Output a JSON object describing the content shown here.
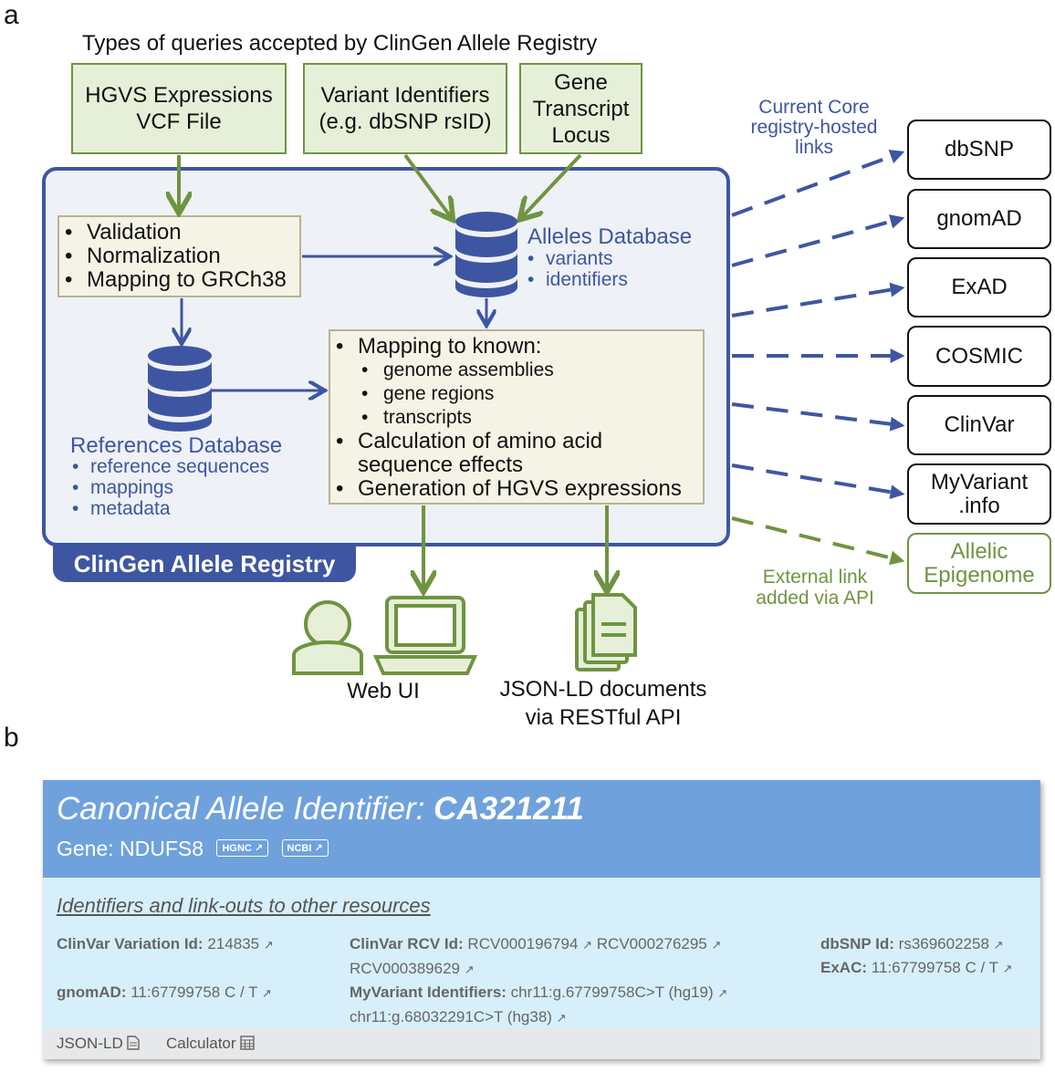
{
  "panel_a": {
    "label": "a",
    "query_title": "Types of queries accepted by ClinGen Allele Registry",
    "query_boxes": [
      "HGVS Expressions\nVCF File",
      "Variant Identifiers\n(e.g. dbSNP rsID)",
      "Gene\nTranscript\nLocus"
    ],
    "validation_steps": [
      "Validation",
      "Normalization",
      "Mapping to GRCh38"
    ],
    "alleles_db": {
      "title": "Alleles Database",
      "items": [
        "variants",
        "identifiers"
      ]
    },
    "references_db": {
      "title": "References Database",
      "items": [
        "reference sequences",
        "mappings",
        "metadata"
      ]
    },
    "mapping_box": {
      "item1": "Mapping to known:",
      "subitems": [
        "genome assemblies",
        "gene regions",
        "transcripts"
      ],
      "item2": "Calculation of amino acid sequence effects",
      "item3": "Generation of HGVS expressions"
    },
    "registry_label": "ClinGen Allele Registry",
    "core_links_label": "Current Core\nregistry-hosted\nlinks",
    "targets": [
      "dbSNP",
      "gnomAD",
      "ExAD",
      "COSMIC",
      "ClinVar",
      "MyVariant\n.info"
    ],
    "external_target": "Allelic\nEpigenome",
    "external_label": "External link\nadded via API",
    "output_web": "Web UI",
    "output_json": "JSON-LD documents\nvia RESTful API",
    "colors": {
      "blue": "#3e56a2",
      "green": "#6f9441"
    }
  },
  "panel_b": {
    "label": "b",
    "title_prefix": "Canonical Allele Identifier: ",
    "title_id": "CA321211",
    "gene_label": "Gene: NDUFS8",
    "gene_buttons": [
      "HGNC",
      "NCBI"
    ],
    "section_title": "Identifiers and link-outs to other resources",
    "fields": {
      "clinvar_var_key": "ClinVar Variation Id:",
      "clinvar_var_val": "214835",
      "gnomad_key": "gnomAD:",
      "gnomad_val": "11:67799758 C / T",
      "clinvar_rcv_key": "ClinVar RCV Id:",
      "rcv1": "RCV000196794",
      "rcv2": "RCV000276295",
      "rcv3": "RCV000389629",
      "myvariant_key": "MyVariant Identifiers:",
      "myvariant1": "chr11:g.67799758C>T (hg19)",
      "myvariant2": "chr11:g.68032291C>T (hg38)",
      "dbsnp_key": "dbSNP Id:",
      "dbsnp_val": "rs369602258",
      "exac_key": "ExAC:",
      "exac_val": "11:67799758 C / T"
    },
    "footer": [
      "JSON-LD",
      "Calculator"
    ],
    "colors": {
      "header": "#6fa2dc",
      "body": "#d7effa"
    }
  }
}
